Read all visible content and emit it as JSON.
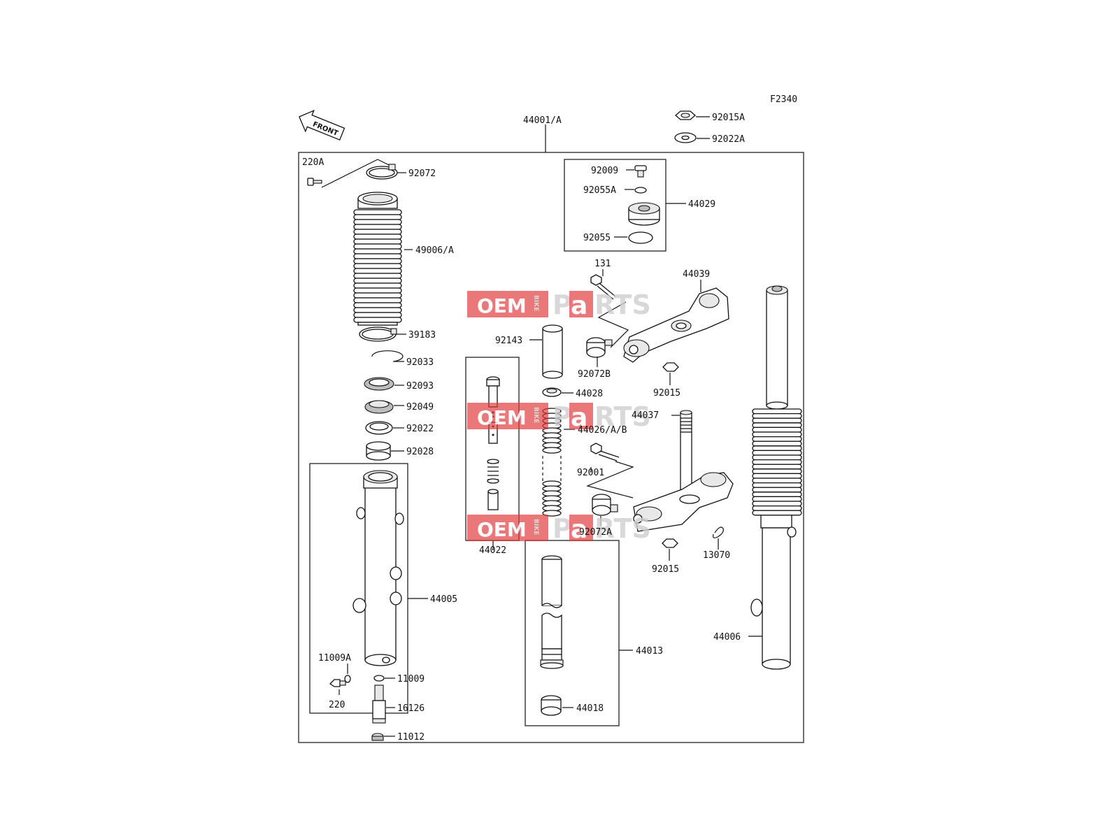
{
  "diagram_code": "F2340",
  "front_label": "FRONT",
  "watermark": {
    "oem": "OEM",
    "bike": "BIKE",
    "parts_p": "P",
    "parts_a": "a",
    "parts_rts": "RTS"
  },
  "callouts": {
    "c44001A": "44001/A",
    "c92015A": "92015A",
    "c92022A": "92022A",
    "c220A": "220A",
    "c92072": "92072",
    "c92009": "92009",
    "c92055A": "92055A",
    "c44029": "44029",
    "c92055": "92055",
    "c49006A": "49006/A",
    "c131": "131",
    "c44039": "44039",
    "c92143": "92143",
    "c39183": "39183",
    "c92033": "92033",
    "c92072B": "92072B",
    "c92015_top": "92015",
    "c92093": "92093",
    "c44028": "44028",
    "c92049": "92049",
    "c44037": "44037",
    "c44026AB": "44026/A/B",
    "c92022": "92022",
    "c92028": "92028",
    "c92001": "92001",
    "c44022": "44022",
    "c92072A": "92072A",
    "c13070": "13070",
    "c92015_bot": "92015",
    "c44005": "44005",
    "c44013": "44013",
    "c44006": "44006",
    "c11009A": "11009A",
    "c11009": "11009",
    "c220": "220",
    "c16126": "16126",
    "c44018": "44018",
    "c11012": "11012"
  }
}
